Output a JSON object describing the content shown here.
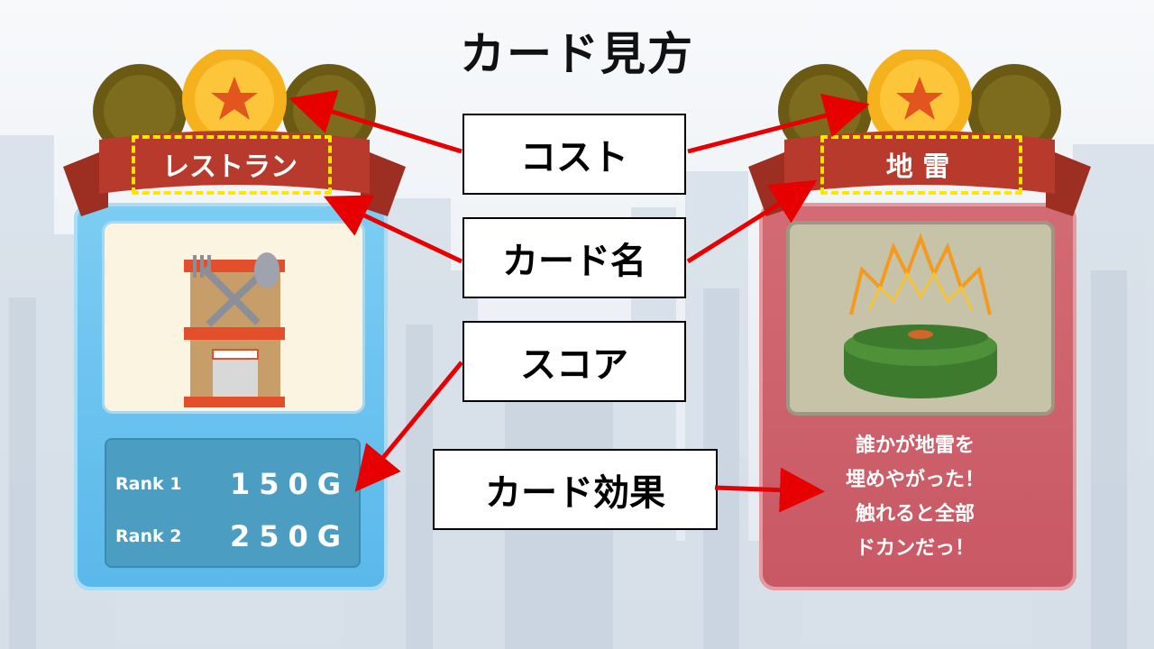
{
  "title": "カード見方",
  "labels": {
    "cost": "コスト",
    "card_name": "カード名",
    "score": "スコア",
    "card_effect": "カード効果"
  },
  "left_card": {
    "name": "レストラン",
    "cost_coins_active": 1,
    "cost_coins_total": 3,
    "ranks": [
      {
        "label": "Rank 1",
        "value": "150G"
      },
      {
        "label": "Rank 2",
        "value": "250G"
      }
    ],
    "colors": {
      "body": "#6cc4ef",
      "ribbon": "#b83a2c"
    }
  },
  "right_card": {
    "name": "地 雷",
    "cost_coins_active": 1,
    "cost_coins_total": 3,
    "effect_lines": [
      "誰かが地雷を",
      "埋めやがった！",
      "触れると全部",
      "ドカンだっ！"
    ],
    "colors": {
      "body": "#cd6068",
      "ribbon": "#b83a2c"
    }
  },
  "colors": {
    "arrow": "#e60000",
    "highlight": "#ffe600"
  },
  "icons": {
    "left_illustration": "restaurant-fork-spoon-icon",
    "right_illustration": "landmine-explosion-icon",
    "coin": "star-coin-icon"
  }
}
